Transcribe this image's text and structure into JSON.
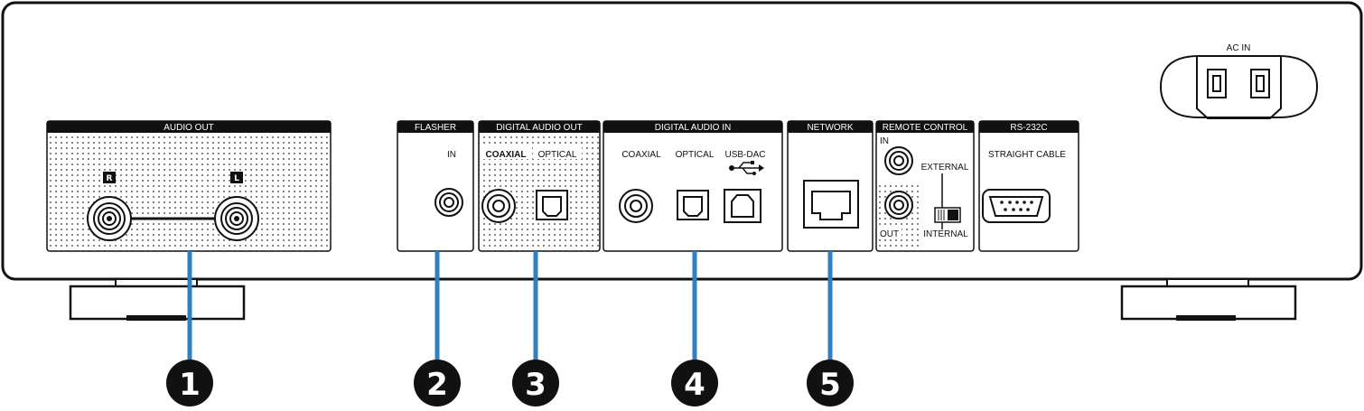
{
  "panels": {
    "audio_out": {
      "title": "AUDIO OUT",
      "right": "R",
      "left": "L"
    },
    "flasher": {
      "title": "FLASHER",
      "in": "IN"
    },
    "digital_audio_out": {
      "title": "DIGITAL AUDIO OUT",
      "coaxial": "COAXIAL",
      "optical": "OPTICAL"
    },
    "digital_audio_in": {
      "title": "DIGITAL AUDIO IN",
      "coaxial": "COAXIAL",
      "optical": "OPTICAL",
      "usb_dac": "USB-DAC"
    },
    "network": {
      "title": "NETWORK"
    },
    "remote_control": {
      "title": "REMOTE CONTROL",
      "in": "IN",
      "out": "OUT",
      "external": "EXTERNAL",
      "internal": "INTERNAL"
    },
    "rs232c": {
      "title": "RS-232C",
      "cable": "STRAIGHT CABLE"
    },
    "ac_in": {
      "title": "AC IN"
    }
  },
  "callouts": [
    "1",
    "2",
    "3",
    "4",
    "5"
  ],
  "colors": {
    "callout_line": "#2f7fc1",
    "panel_stroke": "#111111",
    "label_bar": "#111111"
  }
}
